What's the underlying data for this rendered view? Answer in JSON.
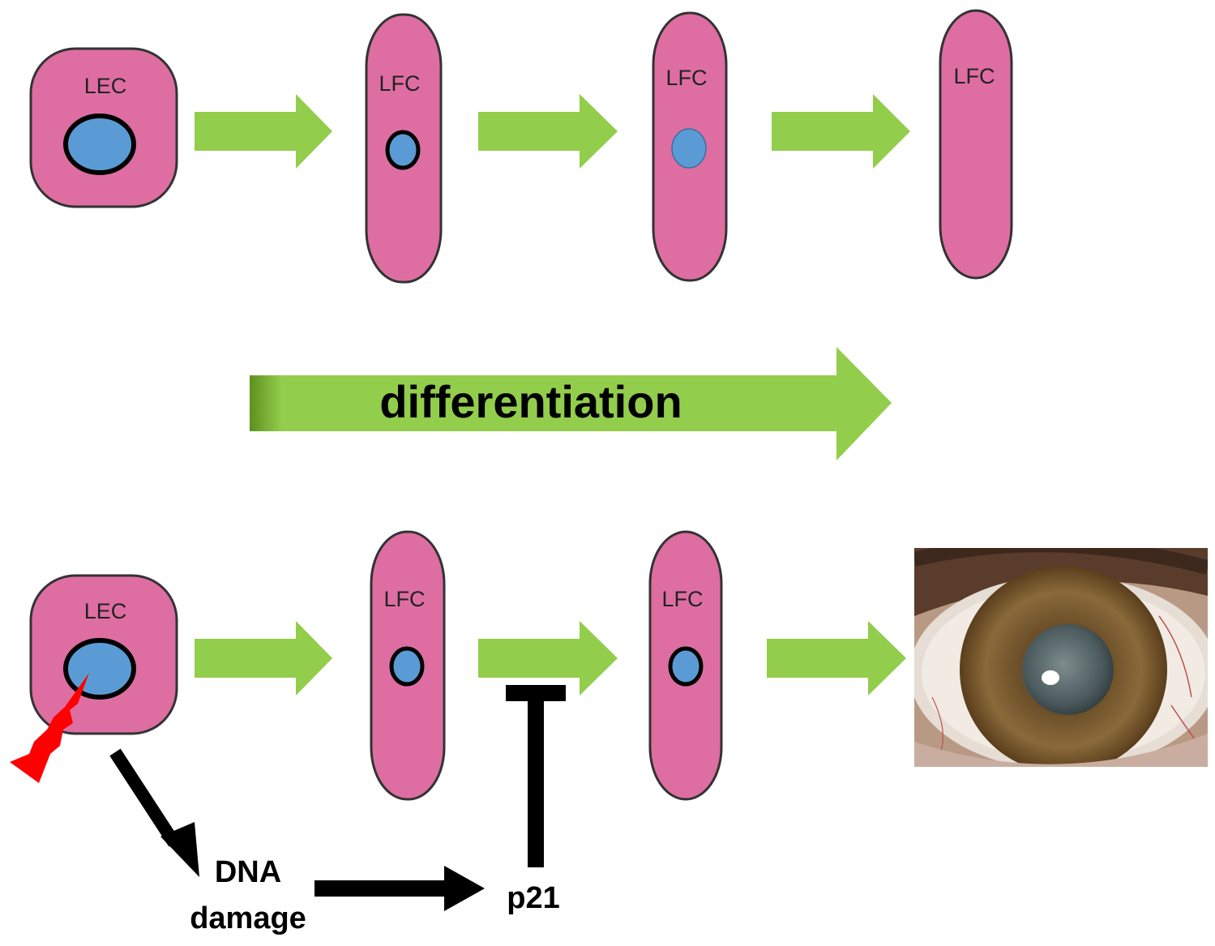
{
  "colors": {
    "cell_fill": "#de6ea2",
    "cell_stroke": "#333333",
    "nucleus_fill": "#5b9bd5",
    "arrow_green": "#92cd4c",
    "arrow_dark": "#000000",
    "lightning": "#ff0000"
  },
  "icons": {
    "lightning": "lightning-bolt-icon",
    "eye": "cataract-eye-photo"
  },
  "top_row": {
    "cell1": {
      "label": "LEC"
    },
    "cell2": {
      "label": "LFC"
    },
    "cell3": {
      "label": "LFC"
    },
    "cell4": {
      "label": "LFC"
    }
  },
  "middle": {
    "label": "differentiation"
  },
  "bottom_row": {
    "cell1": {
      "label": "LEC"
    },
    "cell2": {
      "label": "LFC"
    },
    "cell3": {
      "label": "LFC"
    }
  },
  "pathway": {
    "dna_line1": "DNA",
    "dna_line2": "damage",
    "p21": "p21"
  }
}
